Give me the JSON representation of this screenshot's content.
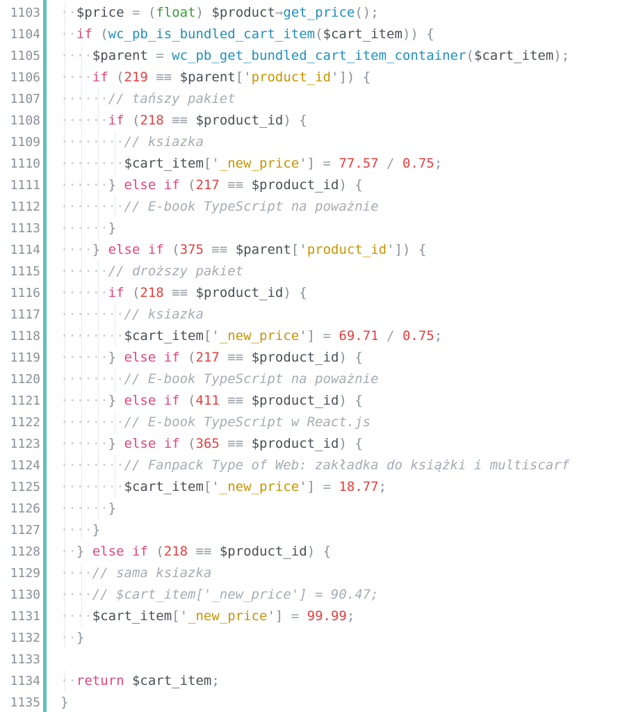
{
  "editor": {
    "accent_color": "#5bc0be",
    "lines": [
      {
        "n": "1103",
        "indent": 1,
        "tokens": [
          [
            "var",
            "$price"
          ],
          [
            "op",
            " = "
          ],
          [
            "pun",
            "("
          ],
          [
            "cast",
            "float"
          ],
          [
            "pun",
            ")"
          ],
          [
            "var",
            " $product"
          ],
          [
            "op",
            "→"
          ],
          [
            "fn",
            "get_price"
          ],
          [
            "pun",
            "();"
          ]
        ]
      },
      {
        "n": "1104",
        "indent": 1,
        "tokens": [
          [
            "kw",
            "if"
          ],
          [
            "pun",
            " ("
          ],
          [
            "fn",
            "wc_pb_is_bundled_cart_item"
          ],
          [
            "pun",
            "("
          ],
          [
            "var",
            "$cart_item"
          ],
          [
            "pun",
            ")) {"
          ]
        ]
      },
      {
        "n": "1105",
        "indent": 2,
        "tokens": [
          [
            "var",
            "$parent"
          ],
          [
            "op",
            " = "
          ],
          [
            "fn",
            "wc_pb_get_bundled_cart_item_container"
          ],
          [
            "pun",
            "("
          ],
          [
            "var",
            "$cart_item"
          ],
          [
            "pun",
            ");"
          ]
        ]
      },
      {
        "n": "1106",
        "indent": 2,
        "tokens": [
          [
            "kw",
            "if"
          ],
          [
            "pun",
            " ("
          ],
          [
            "num",
            "219"
          ],
          [
            "op",
            " ≡≡ "
          ],
          [
            "var",
            "$parent"
          ],
          [
            "pun",
            "['"
          ],
          [
            "str",
            "product_id"
          ],
          [
            "pun",
            "']) {"
          ]
        ]
      },
      {
        "n": "1107",
        "indent": 3,
        "tokens": [
          [
            "cmt",
            "// tańszy pakiet"
          ]
        ]
      },
      {
        "n": "1108",
        "indent": 3,
        "tokens": [
          [
            "kw",
            "if"
          ],
          [
            "pun",
            " ("
          ],
          [
            "num",
            "218"
          ],
          [
            "op",
            " ≡≡ "
          ],
          [
            "var",
            "$product_id"
          ],
          [
            "pun",
            ") {"
          ]
        ]
      },
      {
        "n": "1109",
        "indent": 4,
        "tokens": [
          [
            "cmt",
            "// ksiazka"
          ]
        ]
      },
      {
        "n": "1110",
        "indent": 4,
        "tokens": [
          [
            "var",
            "$cart_item"
          ],
          [
            "pun",
            "['"
          ],
          [
            "str",
            "_new_price"
          ],
          [
            "pun",
            "']"
          ],
          [
            "op",
            " = "
          ],
          [
            "num",
            "77.57"
          ],
          [
            "op",
            " / "
          ],
          [
            "num",
            "0.75"
          ],
          [
            "pun",
            ";"
          ]
        ]
      },
      {
        "n": "1111",
        "indent": 3,
        "tokens": [
          [
            "pun",
            "} "
          ],
          [
            "kw",
            "else if"
          ],
          [
            "pun",
            " ("
          ],
          [
            "num",
            "217"
          ],
          [
            "op",
            " ≡≡ "
          ],
          [
            "var",
            "$product_id"
          ],
          [
            "pun",
            ") {"
          ]
        ]
      },
      {
        "n": "1112",
        "indent": 4,
        "tokens": [
          [
            "cmt",
            "// E-book TypeScript na poważnie"
          ]
        ]
      },
      {
        "n": "1113",
        "indent": 3,
        "tokens": [
          [
            "pun",
            "}"
          ]
        ]
      },
      {
        "n": "1114",
        "indent": 2,
        "tokens": [
          [
            "pun",
            "} "
          ],
          [
            "kw",
            "else if"
          ],
          [
            "pun",
            " ("
          ],
          [
            "num",
            "375"
          ],
          [
            "op",
            " ≡≡ "
          ],
          [
            "var",
            "$parent"
          ],
          [
            "pun",
            "['"
          ],
          [
            "str",
            "product_id"
          ],
          [
            "pun",
            "']) {"
          ]
        ]
      },
      {
        "n": "1115",
        "indent": 3,
        "tokens": [
          [
            "cmt",
            "// droższy pakiet"
          ]
        ]
      },
      {
        "n": "1116",
        "indent": 3,
        "tokens": [
          [
            "kw",
            "if"
          ],
          [
            "pun",
            " ("
          ],
          [
            "num",
            "218"
          ],
          [
            "op",
            " ≡≡ "
          ],
          [
            "var",
            "$product_id"
          ],
          [
            "pun",
            ") {"
          ]
        ]
      },
      {
        "n": "1117",
        "indent": 4,
        "tokens": [
          [
            "cmt",
            "// ksiazka"
          ]
        ]
      },
      {
        "n": "1118",
        "indent": 4,
        "tokens": [
          [
            "var",
            "$cart_item"
          ],
          [
            "pun",
            "['"
          ],
          [
            "str",
            "_new_price"
          ],
          [
            "pun",
            "']"
          ],
          [
            "op",
            " = "
          ],
          [
            "num",
            "69.71"
          ],
          [
            "op",
            " / "
          ],
          [
            "num",
            "0.75"
          ],
          [
            "pun",
            ";"
          ]
        ]
      },
      {
        "n": "1119",
        "indent": 3,
        "tokens": [
          [
            "pun",
            "} "
          ],
          [
            "kw",
            "else if"
          ],
          [
            "pun",
            " ("
          ],
          [
            "num",
            "217"
          ],
          [
            "op",
            " ≡≡ "
          ],
          [
            "var",
            "$product_id"
          ],
          [
            "pun",
            ") {"
          ]
        ]
      },
      {
        "n": "1120",
        "indent": 4,
        "tokens": [
          [
            "cmt",
            "// E-book TypeScript na poważnie"
          ]
        ]
      },
      {
        "n": "1121",
        "indent": 3,
        "tokens": [
          [
            "pun",
            "} "
          ],
          [
            "kw",
            "else if"
          ],
          [
            "pun",
            " ("
          ],
          [
            "num",
            "411"
          ],
          [
            "op",
            " ≡≡ "
          ],
          [
            "var",
            "$product_id"
          ],
          [
            "pun",
            ") {"
          ]
        ]
      },
      {
        "n": "1122",
        "indent": 4,
        "tokens": [
          [
            "cmt",
            "// E-book TypeScript w React.js"
          ]
        ]
      },
      {
        "n": "1123",
        "indent": 3,
        "tokens": [
          [
            "pun",
            "} "
          ],
          [
            "kw",
            "else if"
          ],
          [
            "pun",
            " ("
          ],
          [
            "num",
            "365"
          ],
          [
            "op",
            " ≡≡ "
          ],
          [
            "var",
            "$product_id"
          ],
          [
            "pun",
            ") {"
          ]
        ]
      },
      {
        "n": "1124",
        "indent": 4,
        "tokens": [
          [
            "cmt",
            "// Fanpack Type of Web: zakładka do książki i multiscarf"
          ]
        ]
      },
      {
        "n": "1125",
        "indent": 4,
        "tokens": [
          [
            "var",
            "$cart_item"
          ],
          [
            "pun",
            "['"
          ],
          [
            "str",
            "_new_price"
          ],
          [
            "pun",
            "']"
          ],
          [
            "op",
            " = "
          ],
          [
            "num",
            "18.77"
          ],
          [
            "pun",
            ";"
          ]
        ]
      },
      {
        "n": "1126",
        "indent": 3,
        "tokens": [
          [
            "pun",
            "}"
          ]
        ]
      },
      {
        "n": "1127",
        "indent": 2,
        "tokens": [
          [
            "pun",
            "}"
          ]
        ]
      },
      {
        "n": "1128",
        "indent": 1,
        "tokens": [
          [
            "pun",
            "} "
          ],
          [
            "kw",
            "else if"
          ],
          [
            "pun",
            " ("
          ],
          [
            "num",
            "218"
          ],
          [
            "op",
            " ≡≡ "
          ],
          [
            "var",
            "$product_id"
          ],
          [
            "pun",
            ") {"
          ]
        ]
      },
      {
        "n": "1129",
        "indent": 2,
        "tokens": [
          [
            "cmt",
            "// sama ksiazka"
          ]
        ]
      },
      {
        "n": "1130",
        "indent": 2,
        "tokens": [
          [
            "cmt",
            "// $cart_item['_new_price'] = 90.47;"
          ]
        ]
      },
      {
        "n": "1131",
        "indent": 2,
        "tokens": [
          [
            "var",
            "$cart_item"
          ],
          [
            "pun",
            "['"
          ],
          [
            "str",
            "_new_price"
          ],
          [
            "pun",
            "']"
          ],
          [
            "op",
            " = "
          ],
          [
            "num",
            "99.99"
          ],
          [
            "pun",
            ";"
          ]
        ]
      },
      {
        "n": "1132",
        "indent": 1,
        "tokens": [
          [
            "pun",
            "}"
          ]
        ]
      },
      {
        "n": "1133",
        "indent": 0,
        "tokens": []
      },
      {
        "n": "1134",
        "indent": 1,
        "tokens": [
          [
            "kw",
            "return"
          ],
          [
            "var",
            " $cart_item"
          ],
          [
            "pun",
            ";"
          ]
        ]
      },
      {
        "n": "1135",
        "indent": 0,
        "tokens": [
          [
            "pun",
            "}"
          ]
        ]
      }
    ]
  }
}
